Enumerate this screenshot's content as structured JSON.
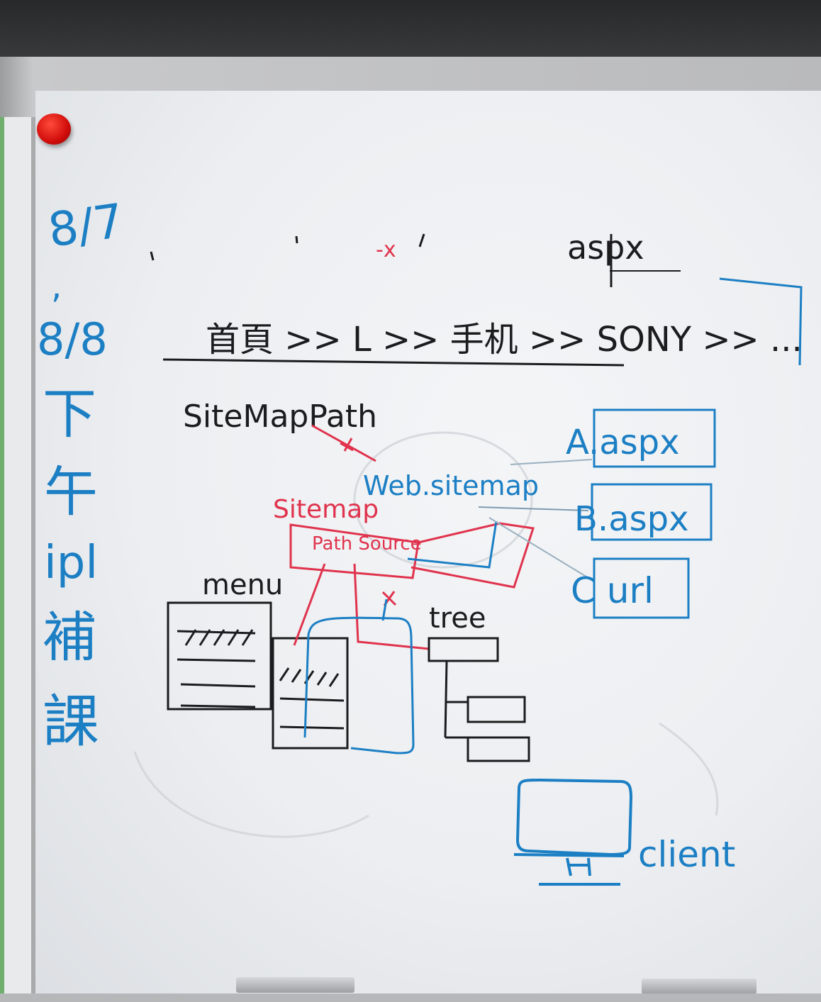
{
  "image": {
    "kind": "whiteboard photo",
    "side_note": "8/7, 8/8 下午ipl 補課",
    "breadcrumb_text": "首頁 >> L >> 手机 >> SONY >> ...",
    "labels": {
      "aspx_top": "aspx",
      "sitemappath": "SiteMapPath",
      "web_sitemap": "Web.sitemap",
      "sitemap": "Sitemap",
      "datasource": "Path Source",
      "menu": "menu",
      "tree": "tree",
      "a_aspx": "A.aspx",
      "b_aspx": "B.aspx",
      "c_url": "C url",
      "client": "client"
    },
    "colors": {
      "black_ink": "#1c1c1e",
      "blue_ink": "#1c7fc4",
      "red_ink": "#e0334d",
      "magnet": "#d10d0b"
    }
  }
}
